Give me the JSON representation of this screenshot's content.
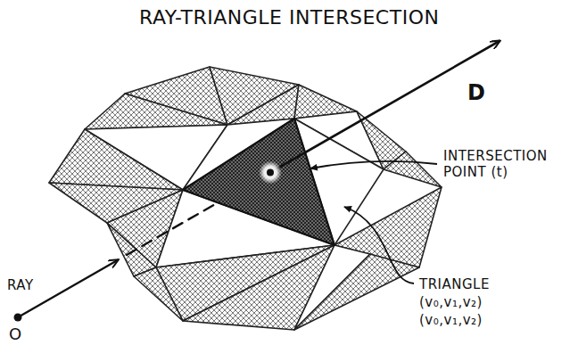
{
  "diagram": {
    "title": "RAY-TRIANGLE INTERSECTION",
    "labels": [
      "D",
      "INTERSECTION POINT (t)",
      "TRIANGLE",
      "(v₀,v₁,v₂)",
      "(v₀,v₁,v₂)",
      "RAY",
      "O"
    ]
  }
}
